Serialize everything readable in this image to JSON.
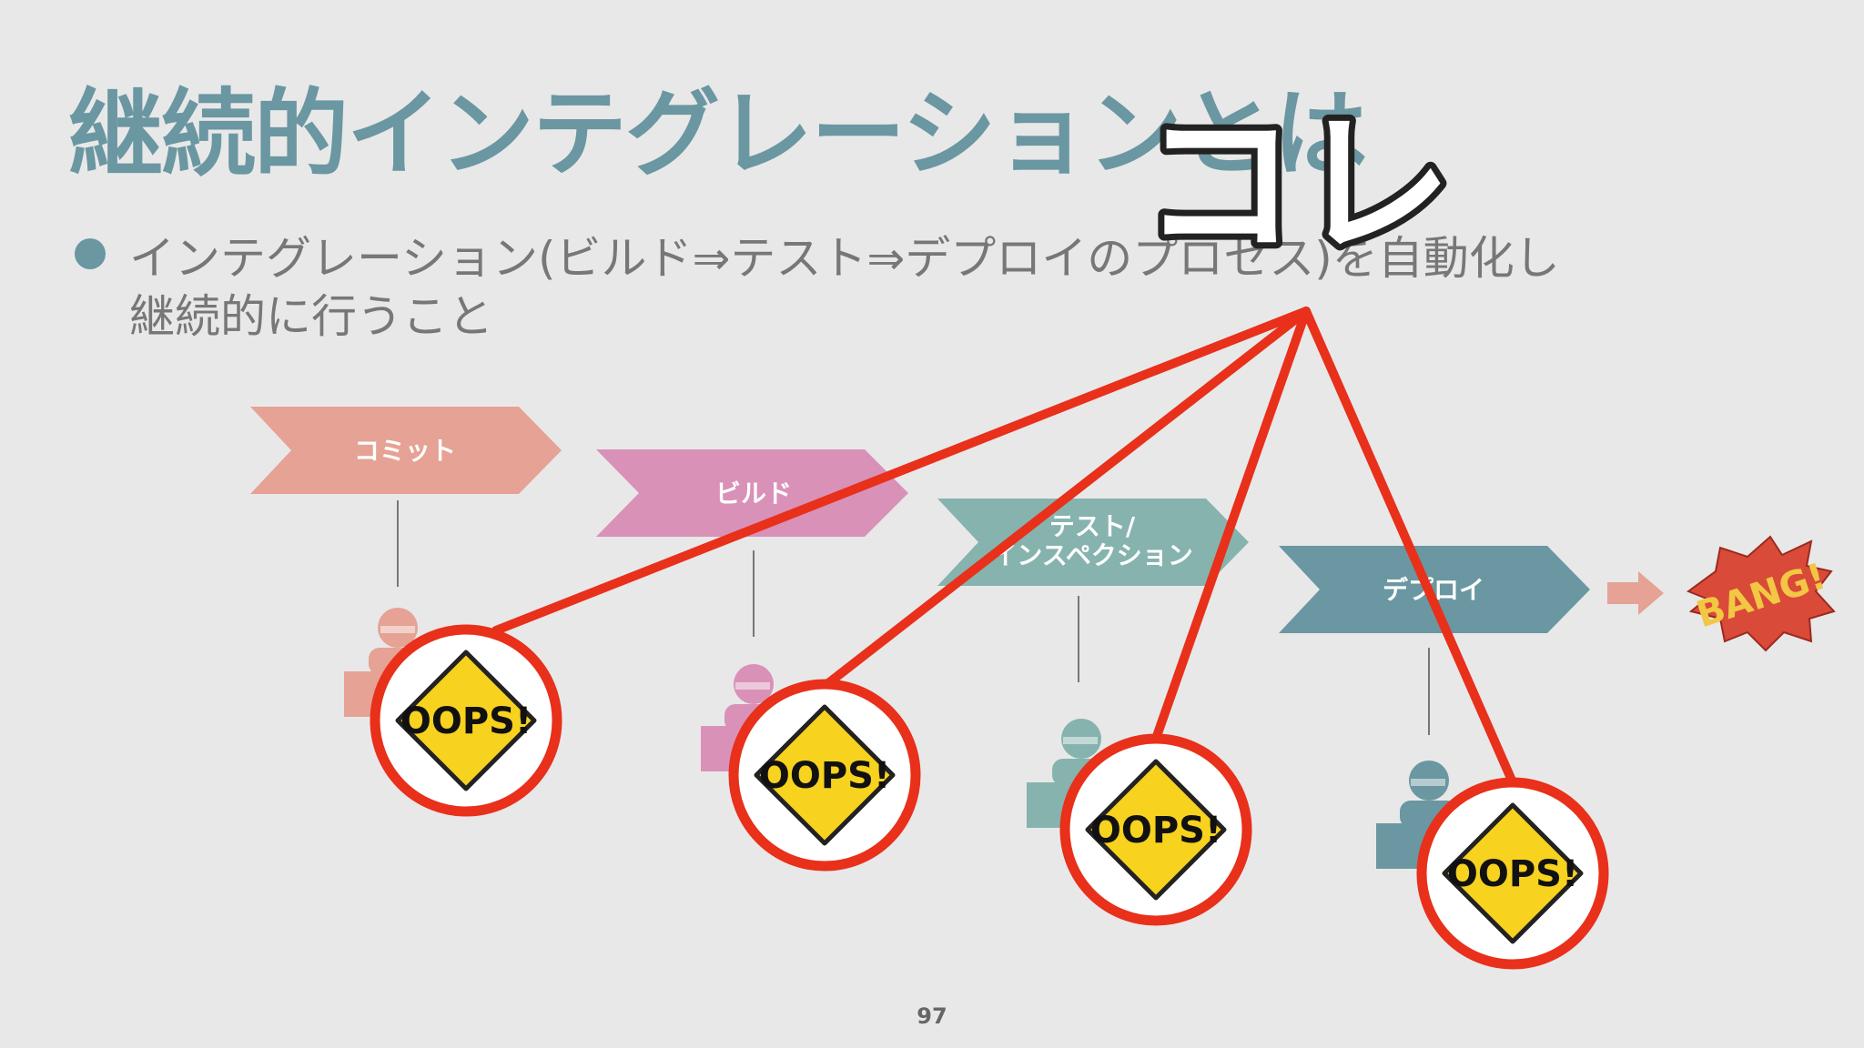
{
  "title": "継続的インテグレーションとは",
  "bullet": {
    "line1": "インテグレーション(ビルド⇒テスト⇒デプロイのプロセス)を自動化し",
    "line2": "継続的に行うこと"
  },
  "stages": [
    {
      "label": "コミット",
      "color": "#e5a295"
    },
    {
      "label": "ビルド",
      "color": "#d991b8"
    },
    {
      "label_line1": "テスト/",
      "label_line2": "インスペクション",
      "color": "#86b3ae"
    },
    {
      "label": "デプロイ",
      "color": "#6a97a1"
    }
  ],
  "callout": "コレ",
  "oops_label": "OOPS!",
  "bang_label": "BANG!",
  "page_number": "97",
  "colors": {
    "accent": "#6a97a1",
    "circle": "#e8301a",
    "sign": "#f7d21e"
  }
}
